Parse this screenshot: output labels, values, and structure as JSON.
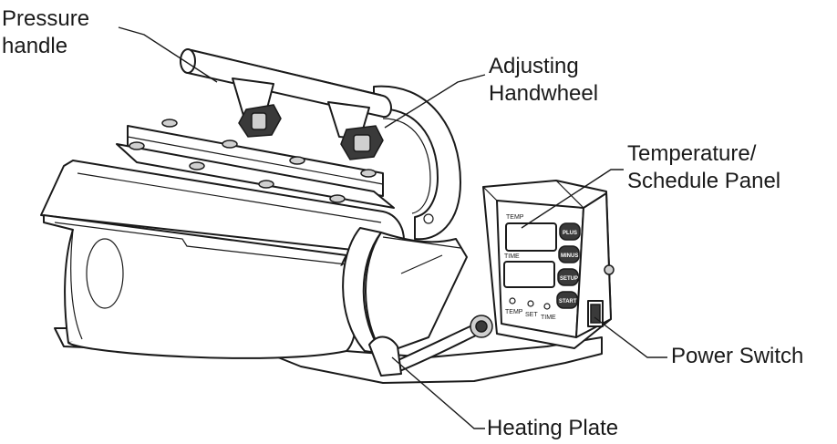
{
  "labels": {
    "pressure_handle_line1": "Pressure",
    "pressure_handle_line2": "handle",
    "adjusting_handwheel_line1": "Adjusting",
    "adjusting_handwheel_line2": "Handwheel",
    "temperature_panel_line1": "Temperature/",
    "temperature_panel_line2": "Schedule Panel",
    "power_switch": "Power Switch",
    "heating_plate": "Heating Plate"
  },
  "panel": {
    "temp_label": "TEMP",
    "time_label": "TIME",
    "led_labels": [
      "TEMP",
      "SET",
      "TIME"
    ],
    "buttons": [
      "PLUS",
      "MINUS",
      "SETUP",
      "START"
    ]
  }
}
